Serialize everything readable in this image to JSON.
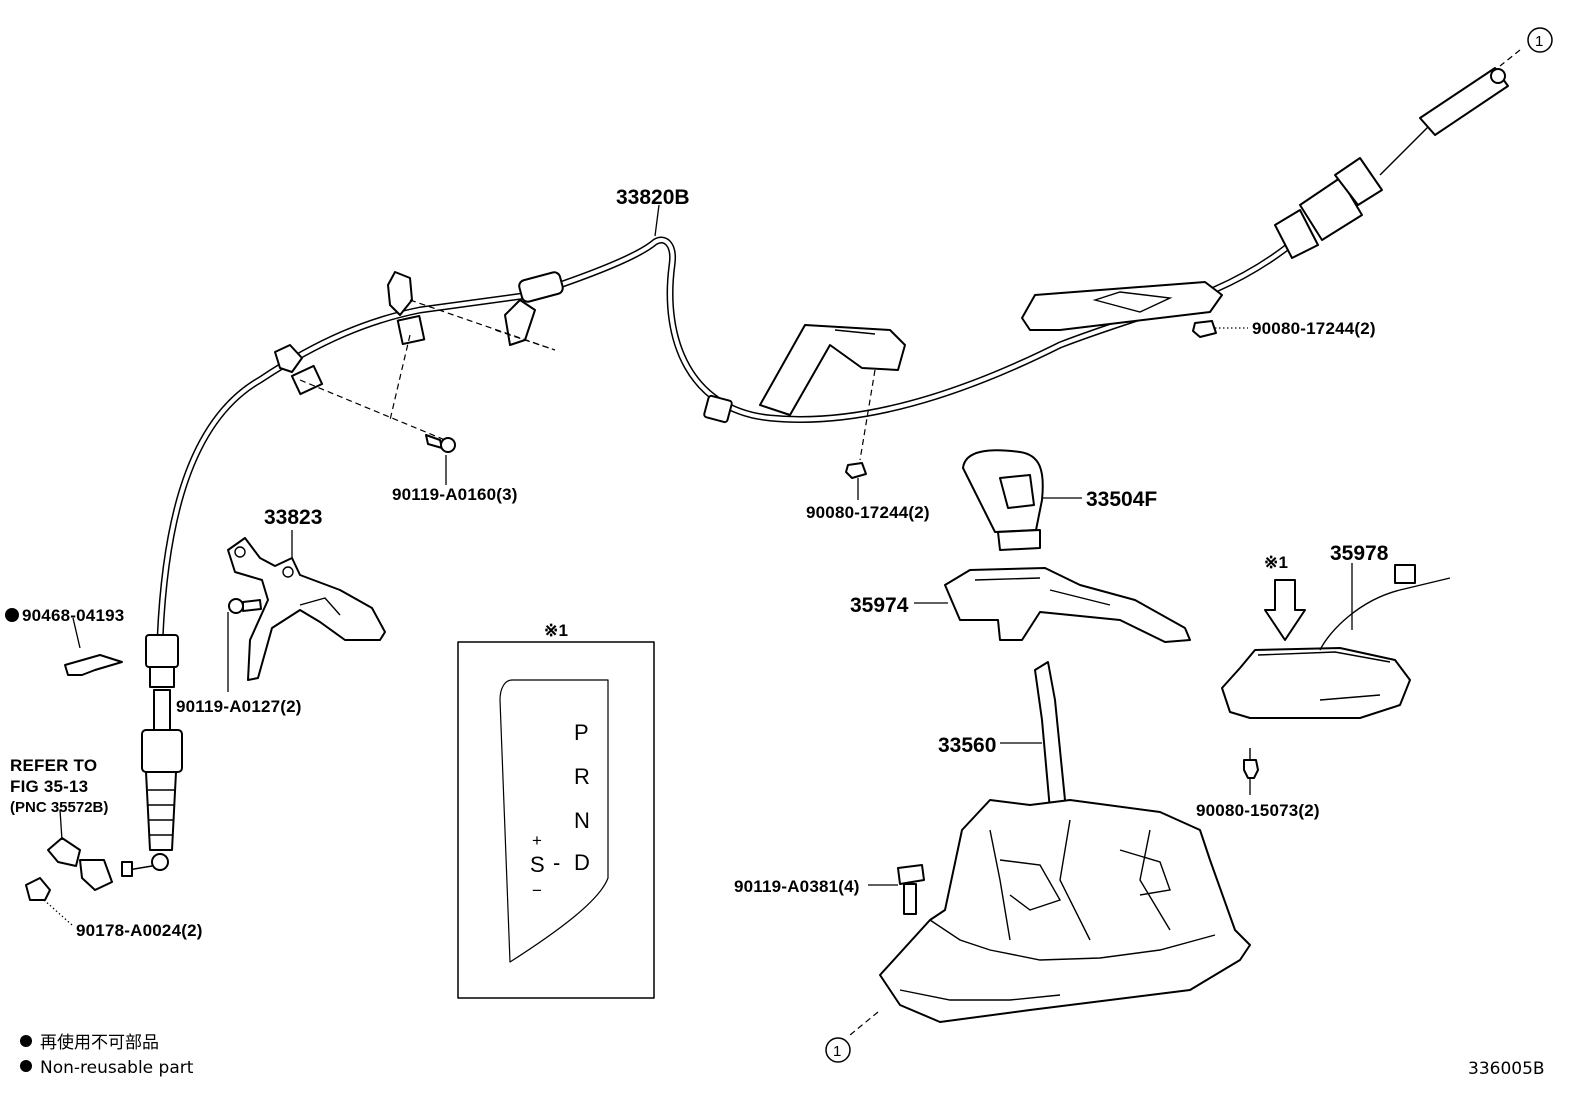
{
  "diagram": {
    "figure_id": "336005B",
    "callout_ref": "1",
    "labels": {
      "cable": "33820B",
      "bolt_a0160": "90119-A0160(3)",
      "nut_top_right": "90080-17244(2)",
      "nut_mid": "90080-17244(2)",
      "knob": "33504F",
      "bracket": "33823",
      "clip": "90468-04193",
      "bolt_a0127": "90119-A0127(2)",
      "indicator": "35974",
      "lever_assembly": "33560",
      "bolt_a0381": "90119-A0381(4)",
      "switch": "35978",
      "screw_15073": "90080-15073(2)",
      "nut_a0024": "90178-A0024(2)"
    },
    "refer": {
      "line1": "REFER TO",
      "line2": "FIG 35-13",
      "line3": "(PNC 35572B)"
    },
    "note_mark": "※1",
    "gear_plate": {
      "P1": "P",
      "R": "R",
      "N": "N",
      "D": "D",
      "S": "S",
      "plus": "+",
      "minus": "−",
      "dash": "-"
    },
    "legend": {
      "jp": "再使用不可部品",
      "en": "Non-reusable part"
    }
  }
}
